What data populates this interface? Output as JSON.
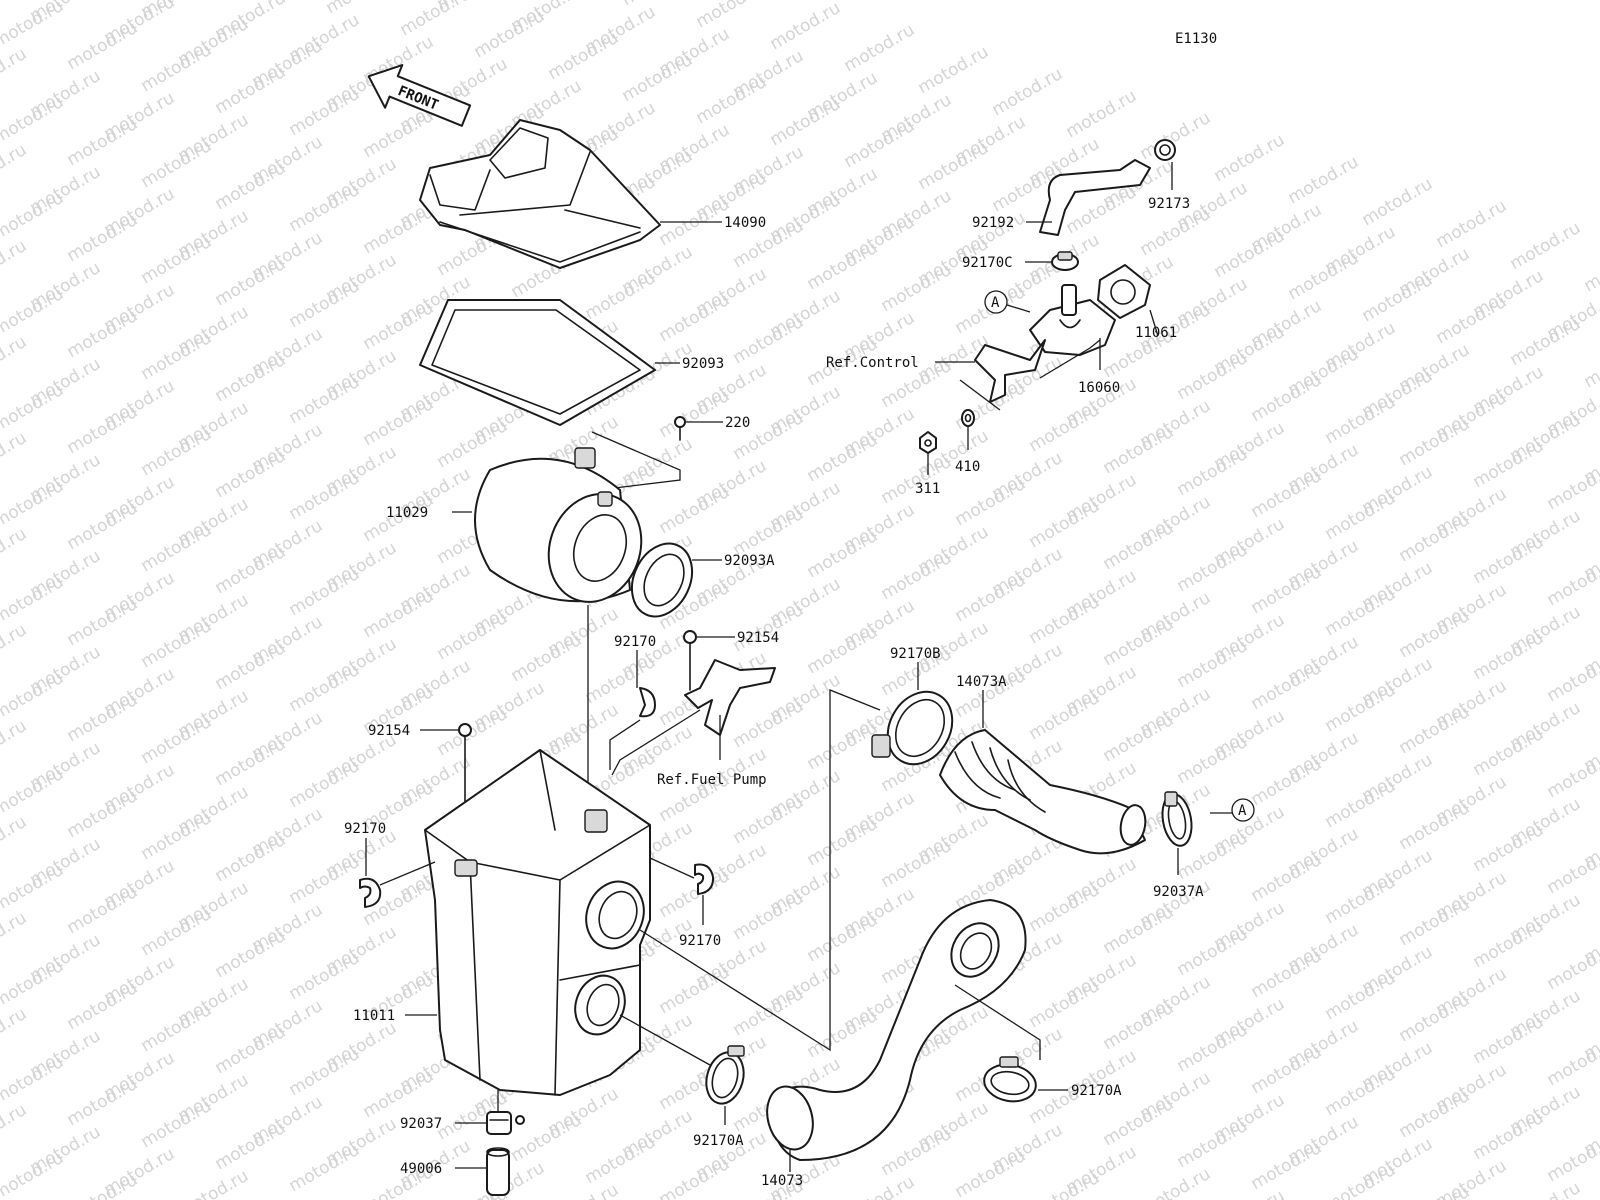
{
  "diagram_code": "E1130",
  "front_arrow_text": "FRONT",
  "watermark_text": "motod.ru",
  "ref_marker": "A",
  "labels": {
    "p14090": "14090",
    "p92093": "92093",
    "p220": "220",
    "p11029": "11029",
    "p92093A": "92093A",
    "p92170_upper": "92170",
    "p92154_right": "92154",
    "p92154_left": "92154",
    "ref_fuel_pump": "Ref.Fuel Pump",
    "p92170_left": "92170",
    "p92170_right": "92170",
    "p11011": "11011",
    "p92037": "92037",
    "p49006": "49006",
    "p92170A_mid": "92170A",
    "p14073": "14073",
    "p92170A_right": "92170A",
    "p92170B": "92170B",
    "p14073A": "14073A",
    "p92037A": "92037A",
    "p92173": "92173",
    "p92192": "92192",
    "p92170C": "92170C",
    "ref_control": "Ref.Control",
    "p11061": "11061",
    "p16060": "16060",
    "p410": "410",
    "p311": "311"
  }
}
